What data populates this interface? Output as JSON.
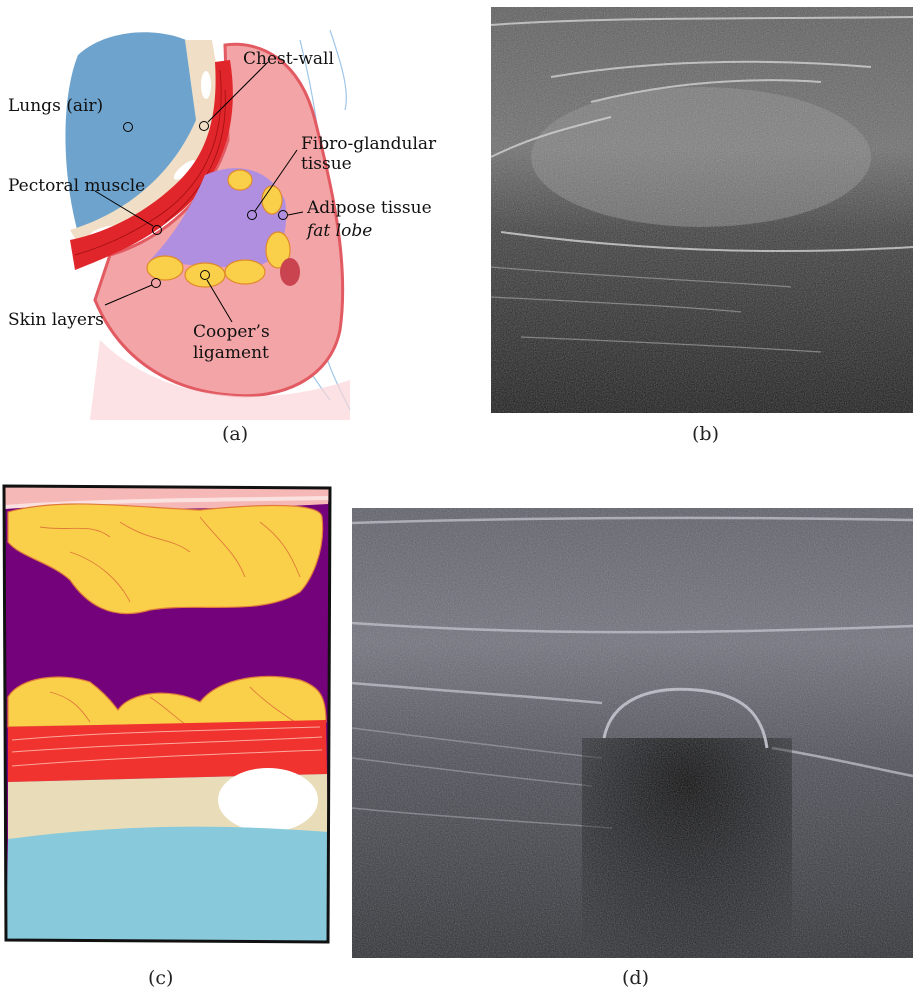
{
  "panels": {
    "a": {
      "caption": "(a)",
      "labels": {
        "lungs": "Lungs (air)",
        "chest_wall": "Chest-wall",
        "fibro_1": "Fibro-glandular",
        "fibro_2": "tissue",
        "pectoral": "Pectoral muscle",
        "adipose_1": "Adipose tissue",
        "adipose_2": "fat lobe",
        "skin": "Skin layers",
        "cooper_1": "Cooper’s",
        "cooper_2": "ligament"
      }
    },
    "b": {
      "caption": "(b)"
    },
    "c": {
      "caption": "(c)"
    },
    "d": {
      "caption": "(d)"
    }
  },
  "colors": {
    "lung_blue": "#6ea3cd",
    "chest_wall_beige": "#f0dfc6",
    "muscle_red": "#e0262a",
    "skin_pink": "#f3a4a6",
    "fibro_purple": "#b18fe0",
    "fat_yellow": "#fad04a",
    "tissue_purple": "#73027b",
    "bone_cream": "#e9ddb9",
    "lung_light_blue": "#88cadc"
  }
}
